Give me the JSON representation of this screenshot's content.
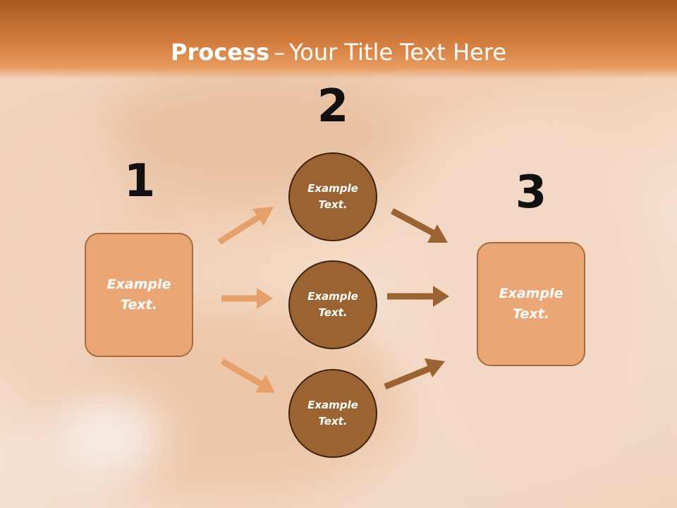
{
  "slide": {
    "title_bold": "Process",
    "title_separator": "–",
    "title_rest": "Your Title Text Here"
  },
  "steps": [
    {
      "number": "1"
    },
    {
      "number": "2"
    },
    {
      "number": "3"
    }
  ],
  "boxes": {
    "left": "Example Text.",
    "right": "Example Text."
  },
  "circles": [
    "Example Text.",
    "Example Text.",
    "Example Text."
  ],
  "colors": {
    "header": "#d47e3f",
    "box_fill": "#eba676",
    "circle_fill": "#9a6331",
    "arrow_light": "#e8a06a",
    "arrow_dark": "#9a6331"
  }
}
